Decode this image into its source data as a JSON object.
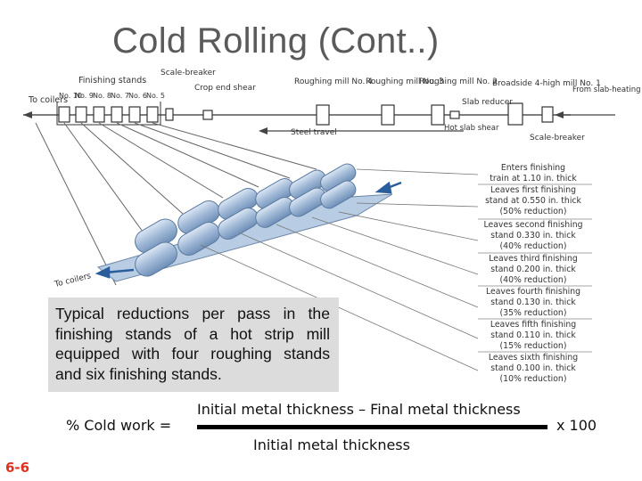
{
  "slide": {
    "title": "Cold Rolling (Cont..)",
    "page_number": "6-6"
  },
  "figure": {
    "labels": {
      "to_coilers_top": "To coilers",
      "finishing_stands": "Finishing stands",
      "scale_breaker_top": "Scale-breaker",
      "crop_end_shear": "Crop end shear",
      "roughing_4": "Roughing mill No. 4",
      "roughing_3": "Roughing mill No. 3",
      "roughing_2": "Roughing mill No. 2",
      "slab_reducer": "Slab reducer",
      "hot_slab_shear": "Hot slab shear",
      "broadside": "Broadside 4-high mill No. 1",
      "from_furnaces": "From slab-heating furnaces",
      "scale_breaker_bottom": "Scale-breaker",
      "steel_travel": "Steel travel",
      "to_coilers_bottom": "To coilers"
    },
    "stand_numbers": [
      "No. 10",
      "No. 9",
      "No. 8",
      "No. 7",
      "No. 6",
      "No. 5"
    ],
    "pass_notes": [
      {
        "line1": "Enters finishing",
        "line2": "train at 1.10 in. thick",
        "line3": ""
      },
      {
        "line1": "Leaves first finishing",
        "line2": "stand at 0.550 in. thick",
        "line3": "(50% reduction)"
      },
      {
        "line1": "Leaves second finishing",
        "line2": "stand 0.330 in. thick",
        "line3": "(40% reduction)"
      },
      {
        "line1": "Leaves third finishing",
        "line2": "stand 0.200 in. thick",
        "line3": "(40% reduction)"
      },
      {
        "line1": "Leaves fourth finishing",
        "line2": "stand 0.130 in. thick",
        "line3": "(35% reduction)"
      },
      {
        "line1": "Leaves fifth finishing",
        "line2": "stand 0.110 in. thick",
        "line3": "(15% reduction)"
      },
      {
        "line1": "Leaves sixth finishing",
        "line2": "stand 0.100 in. thick",
        "line3": "(10% reduction)"
      }
    ]
  },
  "caption": "Typical reductions per pass in the finishing stands of a hot strip mill equipped with four roughing stands and six finishing stands.",
  "formula": {
    "left": "% Cold work =",
    "numerator": "Initial metal thickness – Final metal thickness",
    "denominator": "Initial metal thickness",
    "multiplier": "x 100"
  }
}
